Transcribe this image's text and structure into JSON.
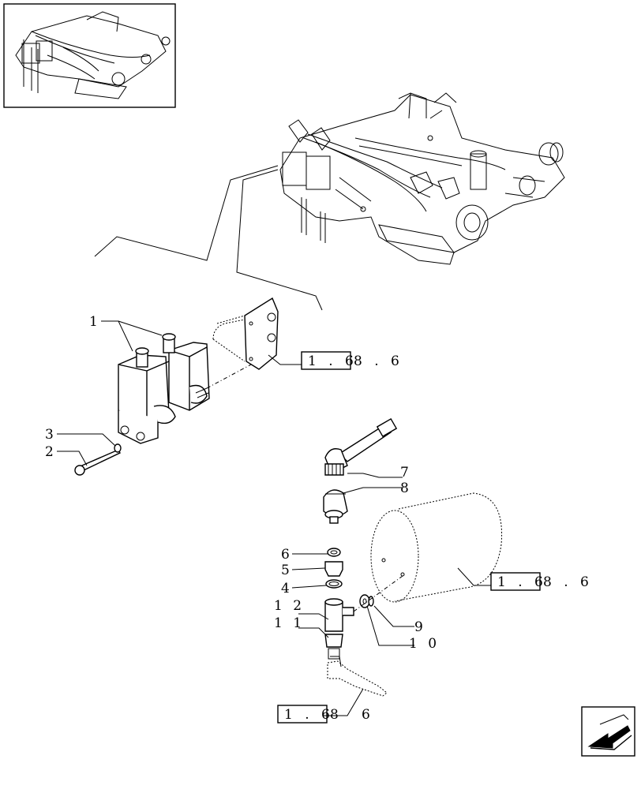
{
  "callouts": {
    "c1": "1",
    "c2": "2",
    "c3": "3",
    "c4": "4",
    "c5": "5",
    "c6": "6",
    "c7": "7",
    "c8": "8",
    "c9": "9",
    "c10": "1 0",
    "c11": "1 1",
    "c12": "1 2"
  },
  "references": {
    "bracket": {
      "boxed": "1 . 6",
      "rest": "8 . 6"
    },
    "tank": {
      "boxed": "1 . 6",
      "rest": "8 . 6"
    },
    "bottom": {
      "boxed": "1 . 6",
      "rest": "8",
      "tail": "6"
    }
  },
  "nav": {
    "icon": "arrow-next-page-icon"
  }
}
